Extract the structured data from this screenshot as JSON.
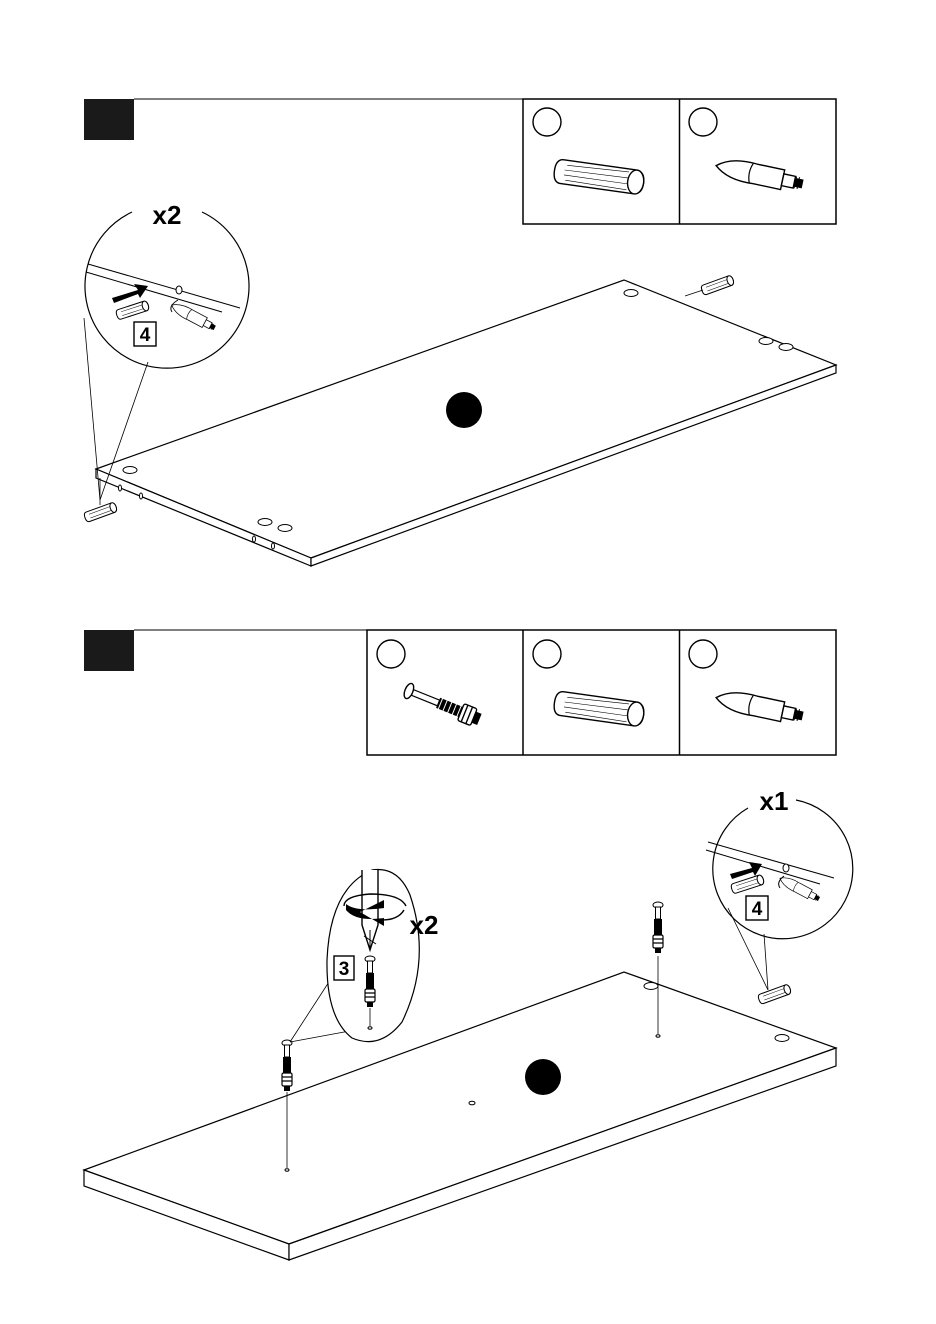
{
  "colors": {
    "ink": "#000000",
    "paper": "#ffffff",
    "step_block": "#1a1a1a"
  },
  "steps": [
    {
      "parts": [
        {
          "icon": "wooden-dowel-icon"
        },
        {
          "icon": "cam-bolt-icon"
        }
      ],
      "callouts": [
        {
          "quantity": "x2",
          "part_number": "4"
        }
      ]
    },
    {
      "parts": [
        {
          "icon": "cam-screw-icon"
        },
        {
          "icon": "wooden-dowel-icon"
        },
        {
          "icon": "cam-bolt-icon"
        }
      ],
      "callouts": [
        {
          "quantity": "x2",
          "part_number": "3"
        },
        {
          "quantity": "x1",
          "part_number": "4"
        }
      ]
    }
  ]
}
